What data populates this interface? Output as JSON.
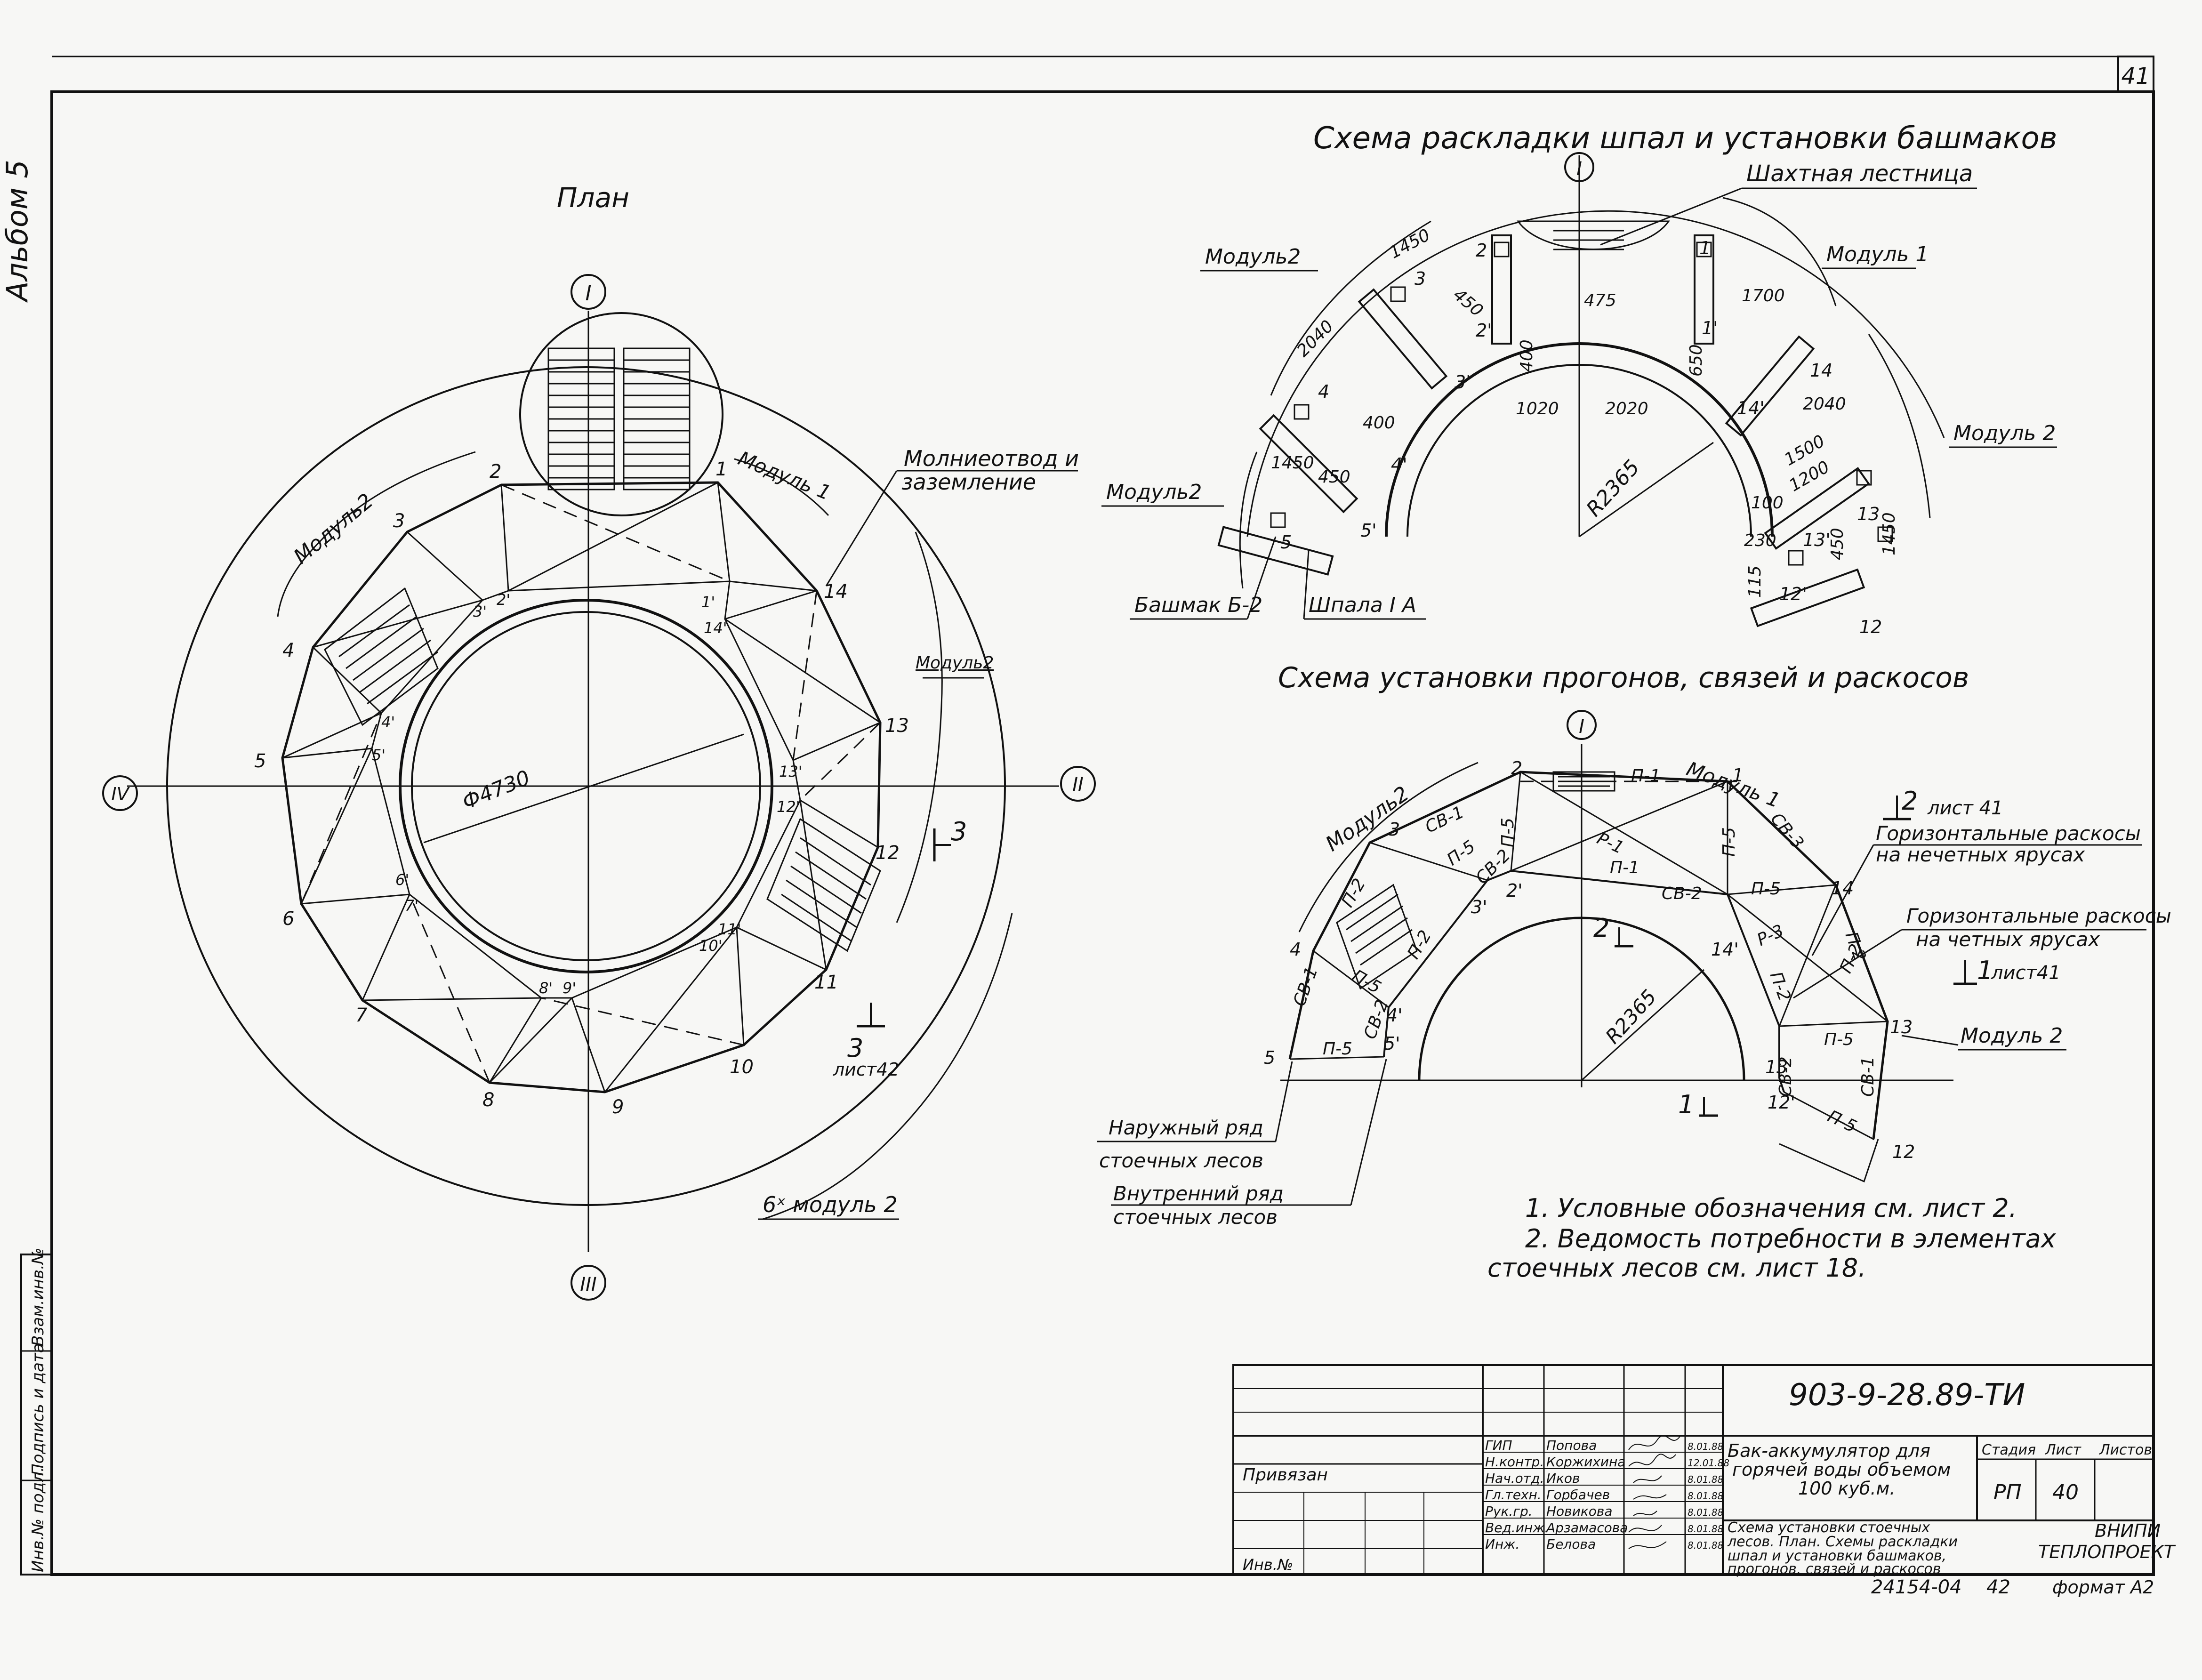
{
  "sheet_number": "41",
  "album_label": "Альбом 5",
  "plan": {
    "title": "План",
    "axes": {
      "top": "I",
      "bottom": "III",
      "left": "IV",
      "right": "II"
    },
    "node_labels": [
      "1",
      "2",
      "3",
      "4",
      "5",
      "6",
      "7",
      "8",
      "9",
      "10",
      "11",
      "12",
      "13",
      "14"
    ],
    "inner_node_labels": [
      "1'",
      "2'",
      "3'",
      "4'",
      "5'",
      "6'",
      "7'",
      "8'",
      "9'",
      "10'",
      "11'",
      "12'",
      "13'",
      "14'"
    ],
    "diameter_label": "Ф4730",
    "module1_label": "Модуль 1",
    "module2_left_label": "Модуль2",
    "module2_right_label": "Модуль2",
    "lightning_label_line1": "Молниеотвод и",
    "lightning_label_line2": "заземление",
    "section3_label": "3",
    "section3b_label": "3",
    "section3_sheet": "лист42",
    "module2x6_label": "6ˣ модуль 2"
  },
  "scheme1": {
    "title": "Схема раскладки  шпал и установки башмаков",
    "axis": "I",
    "ladder_label": "Шахтная лестница",
    "module2_top": "Модуль2",
    "module1": "Модуль 1",
    "module2_right": "Модуль 2",
    "module2_left": "Модуль2",
    "shoe_label": "Башмак Б-2",
    "sleeper_label": "Шпала I А",
    "radius": "R2365",
    "dims": [
      "1450",
      "2040",
      "450",
      "475",
      "1700",
      "650",
      "400",
      "400",
      "1450",
      "450",
      "1020",
      "2020",
      "2040",
      "1500",
      "1200",
      "100",
      "230",
      "115",
      "450",
      "1450"
    ],
    "nodes": [
      "1",
      "1'",
      "2",
      "2'",
      "3",
      "3'",
      "4",
      "4'",
      "5",
      "5'",
      "12",
      "12'",
      "13",
      "13'",
      "14",
      "14'"
    ]
  },
  "scheme2": {
    "title": "Схема установки прогонов, связей и раскосов",
    "axis": "I",
    "module2_top": "Модуль2",
    "module1": "Модуль 1",
    "module2_right": "Модуль 2",
    "radius": "R2365",
    "elements": [
      "П-1",
      "Р-1",
      "П-1",
      "П-5",
      "П-5",
      "СВ-1",
      "СВ-2",
      "СВ-2",
      "П-2",
      "П-2",
      "П-5",
      "СВ-1",
      "П-5",
      "СВ-2",
      "П-5",
      "СВ-3",
      "П-5",
      "Р-3",
      "П-2",
      "П-2",
      "П-5",
      "П-5",
      "СВ-2",
      "СВ-1",
      "П-2"
    ],
    "nodes": [
      "1",
      "2",
      "2'",
      "3",
      "3'",
      "4",
      "4'",
      "5",
      "5'",
      "12",
      "12'",
      "13",
      "13'",
      "14",
      "14'"
    ],
    "section2_label": "2",
    "section2_sheet": "лист 41",
    "section1_label": "1",
    "section1_sheet": "лист41",
    "section2_mark": "2",
    "section1_mark": "1",
    "odd_tiers_line1": "Горизонтальные раскосы",
    "odd_tiers_line2": "на нечетных ярусах",
    "even_tiers_line1": "Горизонтальные раскосы",
    "even_tiers_line2": "на четных ярусах",
    "outer_row_line1": "Наружный ряд",
    "outer_row_line2": "стоечных лесов",
    "inner_row_line1": "Внутренний ряд",
    "inner_row_line2": "стоечных лесов"
  },
  "notes": {
    "note1": "1. Условные обозначения см. лист 2.",
    "note2_line1": "2. Ведомость потребности в элементах",
    "note2_line2": "стоечных лесов  см. лист 18."
  },
  "title_block": {
    "doc_code": "903-9-28.89-ТИ",
    "bound": "Привязан",
    "inv_no": "Инв.№",
    "roles": [
      "ГИП",
      "Н.контр.",
      "Нач.отд.",
      "Гл.техн.",
      "Рук.гр.",
      "Вед.инж.",
      "Инж."
    ],
    "names": [
      "Попова",
      "Коржихина",
      "Иков",
      "Горбачев",
      "Новикова",
      "Арзамасова",
      "Белова"
    ],
    "dates": [
      "8.01.88",
      "12.01.88",
      "8.01.88",
      "8.01.88",
      "8.01.88",
      "8.01.88",
      "8.01.88"
    ],
    "project_line1": "Бак-аккумулятор для",
    "project_line2": "горячей воды объемом",
    "project_line3": "100 куб.м.",
    "sheet_title_line1": "Схема установки стоечных",
    "sheet_title_line2": "лесов. План. Схемы раскладки",
    "sheet_title_line3": "шпал и установки башмаков,",
    "sheet_title_line4": "прогонов, связей и раскосов",
    "stage_header": "Стадия",
    "sheet_header": "Лист",
    "sheets_header": "Листов",
    "stage": "РП",
    "sheet": "40",
    "org_line1": "ВНИПИ",
    "org_line2": "ТЕПЛОПРОЕКТ",
    "archive_no": "24154-04",
    "archive_sheet": "42",
    "format": "формат А2"
  },
  "left_strip": {
    "inv_orig": "Инв.№ подл.",
    "sign_date": "Подпись и дата",
    "replace_inv": "Взам.инв.№"
  }
}
